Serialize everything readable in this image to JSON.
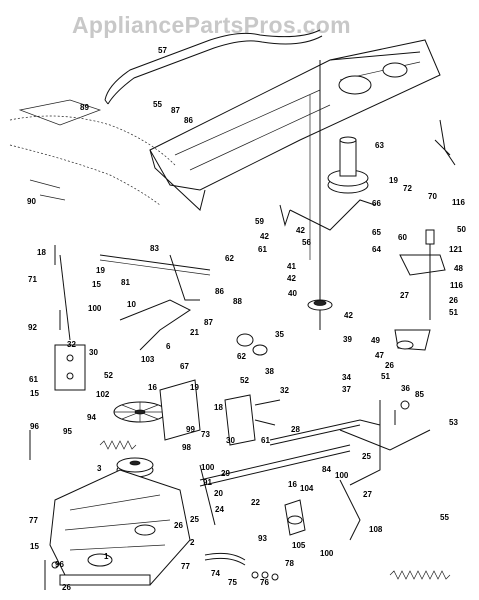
{
  "watermark": "AppliancePartsPros.com",
  "labels": [
    {
      "id": "l57",
      "text": "57"
    },
    {
      "id": "l89",
      "text": "89"
    },
    {
      "id": "l55a",
      "text": "55"
    },
    {
      "id": "l87a",
      "text": "87"
    },
    {
      "id": "l86",
      "text": "86"
    },
    {
      "id": "l90",
      "text": "90"
    },
    {
      "id": "l63",
      "text": "63"
    },
    {
      "id": "l19a",
      "text": "19"
    },
    {
      "id": "l72",
      "text": "72"
    },
    {
      "id": "l70",
      "text": "70"
    },
    {
      "id": "l116",
      "text": "116"
    },
    {
      "id": "l66",
      "text": "66"
    },
    {
      "id": "l59",
      "text": "59"
    },
    {
      "id": "l42a",
      "text": "42"
    },
    {
      "id": "l42b",
      "text": "42"
    },
    {
      "id": "l61a",
      "text": "61"
    },
    {
      "id": "l56",
      "text": "56"
    },
    {
      "id": "l65",
      "text": "65"
    },
    {
      "id": "l64",
      "text": "64"
    },
    {
      "id": "l60",
      "text": "60"
    },
    {
      "id": "l50",
      "text": "50"
    },
    {
      "id": "l121",
      "text": "121"
    },
    {
      "id": "l18a",
      "text": "18"
    },
    {
      "id": "l83",
      "text": "83"
    },
    {
      "id": "l62",
      "text": "62"
    },
    {
      "id": "l19b",
      "text": "19"
    },
    {
      "id": "l71",
      "text": "71"
    },
    {
      "id": "l15a",
      "text": "15"
    },
    {
      "id": "l81",
      "text": "81"
    },
    {
      "id": "l41",
      "text": "41"
    },
    {
      "id": "l42c",
      "text": "42"
    },
    {
      "id": "l48",
      "text": "48"
    },
    {
      "id": "l116b",
      "text": "116"
    },
    {
      "id": "l27a",
      "text": "27"
    },
    {
      "id": "l26a",
      "text": "26"
    },
    {
      "id": "l51a",
      "text": "51"
    },
    {
      "id": "l86b",
      "text": "86"
    },
    {
      "id": "l40",
      "text": "40"
    },
    {
      "id": "l88",
      "text": "88"
    },
    {
      "id": "l100a",
      "text": "100"
    },
    {
      "id": "l10",
      "text": "10"
    },
    {
      "id": "l87b",
      "text": "87"
    },
    {
      "id": "l92",
      "text": "92"
    },
    {
      "id": "l21",
      "text": "21"
    },
    {
      "id": "l42d",
      "text": "42"
    },
    {
      "id": "l6",
      "text": "6"
    },
    {
      "id": "l35",
      "text": "35"
    },
    {
      "id": "l39",
      "text": "39"
    },
    {
      "id": "l49",
      "text": "49"
    },
    {
      "id": "l47",
      "text": "47"
    },
    {
      "id": "l26b",
      "text": "26"
    },
    {
      "id": "l51b",
      "text": "51"
    },
    {
      "id": "l32a",
      "text": "32"
    },
    {
      "id": "l30a",
      "text": "30"
    },
    {
      "id": "l62b",
      "text": "62"
    },
    {
      "id": "l38",
      "text": "38"
    },
    {
      "id": "l103",
      "text": "103"
    },
    {
      "id": "l67",
      "text": "67"
    },
    {
      "id": "l61b",
      "text": "61"
    },
    {
      "id": "l52a",
      "text": "52"
    },
    {
      "id": "l15b",
      "text": "15"
    },
    {
      "id": "l102",
      "text": "102"
    },
    {
      "id": "l16a",
      "text": "16"
    },
    {
      "id": "l19c",
      "text": "19"
    },
    {
      "id": "l52b",
      "text": "52"
    },
    {
      "id": "l32b",
      "text": "32"
    },
    {
      "id": "l34",
      "text": "34"
    },
    {
      "id": "l37",
      "text": "37"
    },
    {
      "id": "l36",
      "text": "36"
    },
    {
      "id": "l85",
      "text": "85"
    },
    {
      "id": "l18b",
      "text": "18"
    },
    {
      "id": "l94",
      "text": "94"
    },
    {
      "id": "l99",
      "text": "99"
    },
    {
      "id": "l73",
      "text": "73"
    },
    {
      "id": "l30b",
      "text": "30"
    },
    {
      "id": "l61c",
      "text": "61"
    },
    {
      "id": "l53",
      "text": "53"
    },
    {
      "id": "l96",
      "text": "96"
    },
    {
      "id": "l95",
      "text": "95"
    },
    {
      "id": "l28",
      "text": "28"
    },
    {
      "id": "l98",
      "text": "98"
    },
    {
      "id": "l25a",
      "text": "25"
    },
    {
      "id": "l3",
      "text": "3"
    },
    {
      "id": "l100b",
      "text": "100"
    },
    {
      "id": "l29",
      "text": "29"
    },
    {
      "id": "l84",
      "text": "84"
    },
    {
      "id": "l100c",
      "text": "100"
    },
    {
      "id": "l27b",
      "text": "27"
    },
    {
      "id": "l91",
      "text": "91"
    },
    {
      "id": "l16b",
      "text": "16"
    },
    {
      "id": "l104",
      "text": "104"
    },
    {
      "id": "l20",
      "text": "20"
    },
    {
      "id": "l24",
      "text": "24"
    },
    {
      "id": "l22",
      "text": "22"
    },
    {
      "id": "l77a",
      "text": "77"
    },
    {
      "id": "l26c",
      "text": "26"
    },
    {
      "id": "l25b",
      "text": "25"
    },
    {
      "id": "l15c",
      "text": "15"
    },
    {
      "id": "l2",
      "text": "2"
    },
    {
      "id": "l93",
      "text": "93"
    },
    {
      "id": "l105",
      "text": "105"
    },
    {
      "id": "l108",
      "text": "108"
    },
    {
      "id": "l55b",
      "text": "55"
    },
    {
      "id": "l1",
      "text": "1"
    },
    {
      "id": "l100d",
      "text": "100"
    },
    {
      "id": "l96b",
      "text": "96"
    },
    {
      "id": "l77b",
      "text": "77"
    },
    {
      "id": "l74",
      "text": "74"
    },
    {
      "id": "l78",
      "text": "78"
    },
    {
      "id": "l26d",
      "text": "26"
    },
    {
      "id": "l75",
      "text": "75"
    },
    {
      "id": "l76",
      "text": "76"
    }
  ]
}
